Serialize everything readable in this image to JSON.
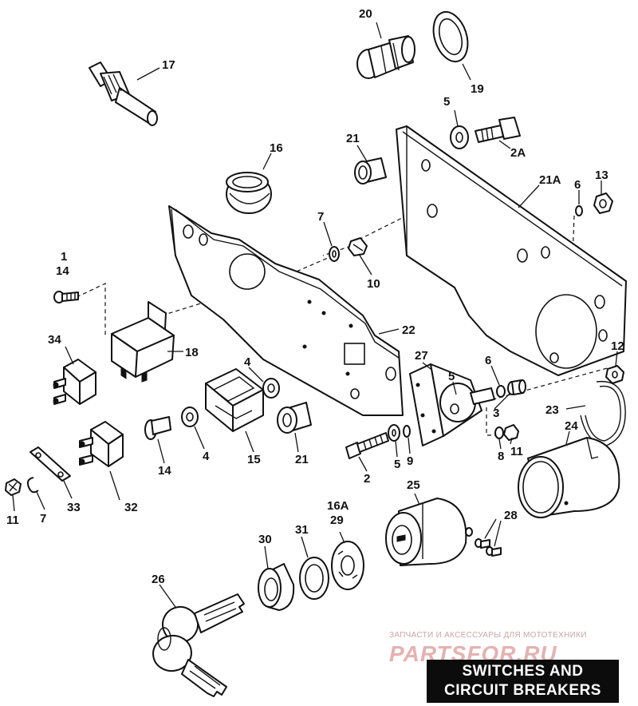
{
  "diagram": {
    "callouts": {
      "n1": "1",
      "n14a": "14",
      "n34": "34",
      "n18": "18",
      "n17": "17",
      "n16": "16",
      "n20": "20",
      "n19": "19",
      "n5a": "5",
      "n2a": "2A",
      "n21a": "21",
      "n21A": "21A",
      "n6a": "6",
      "n13": "13",
      "n7a": "7",
      "n10": "10",
      "n22": "22",
      "n27": "27",
      "n6b": "6",
      "n12": "12",
      "n5b": "5",
      "n3": "3",
      "n23": "23",
      "n24": "24",
      "n4a": "4",
      "n4b": "4",
      "n14b": "14",
      "n15": "15",
      "n21b": "21",
      "n2b": "2",
      "n5c": "5",
      "n9": "9",
      "n8": "8",
      "n11a": "11",
      "n32": "32",
      "n33": "33",
      "n7b": "7",
      "n11b": "11",
      "n16A": "16A",
      "n29": "29",
      "n25": "25",
      "n28": "28",
      "n30": "30",
      "n31": "31",
      "n26": "26"
    },
    "title": {
      "line1": "SWITCHES AND",
      "line2": "CIRCUIT BREAKERS"
    }
  },
  "watermark": {
    "tagline": "ЗАПЧАСТИ И АКСЕССУАРЫ ДЛЯ МОТОТЕХНИКИ",
    "logo": "PARTSFOR.RU"
  }
}
